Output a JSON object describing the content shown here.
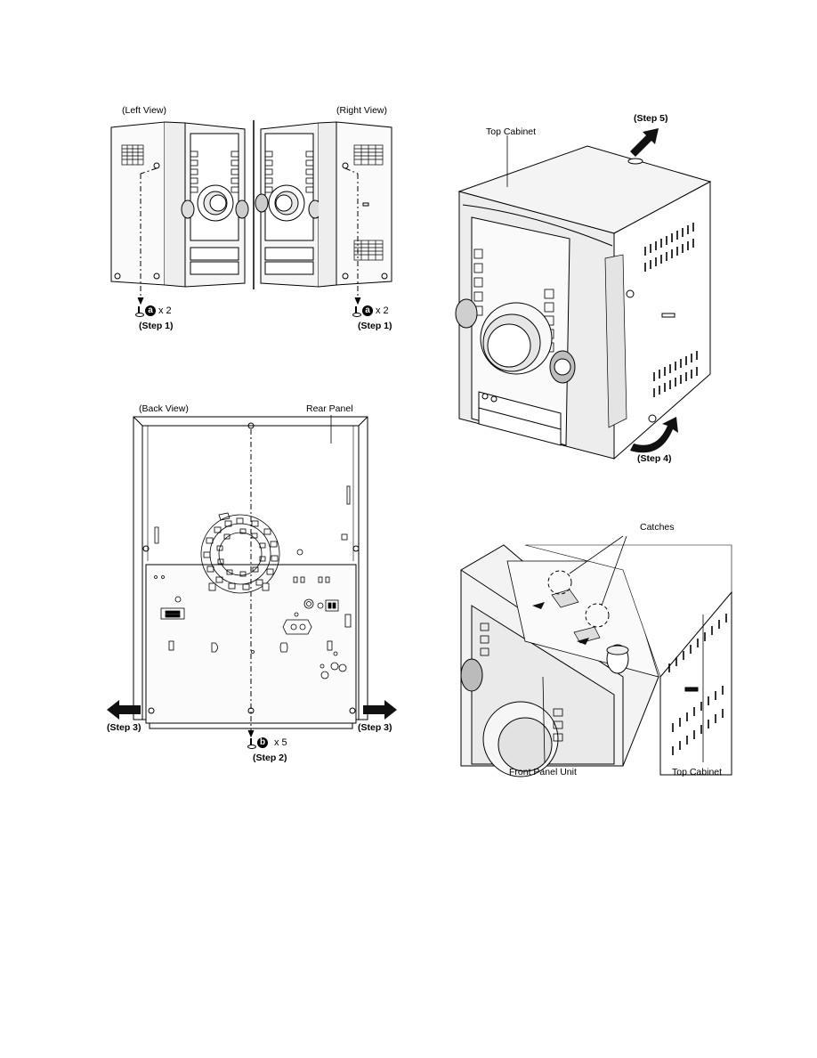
{
  "figure_1": {
    "left_view_label": "(Left View)",
    "right_view_label": "(Right View)",
    "left_screw": {
      "letter": "a",
      "count": "x 2",
      "step": "(Step 1)"
    },
    "right_screw": {
      "letter": "a",
      "count": "x 2",
      "step": "(Step 1)"
    }
  },
  "figure_2": {
    "back_view_label": "(Back View)",
    "rear_panel_label": "Rear Panel",
    "step_left": "(Step 3)",
    "step_right": "(Step 3)",
    "screw": {
      "letter": "b",
      "count": "x 5",
      "step": "(Step 2)"
    }
  },
  "figure_3": {
    "top_cabinet_label": "Top Cabinet",
    "step_top": "(Step 5)",
    "step_bottom": "(Step 4)"
  },
  "figure_4": {
    "catches_label": "Catches",
    "front_panel_label": "Front Panel Unit",
    "top_cabinet_label": "Top Cabinet"
  },
  "colors": {
    "line": "#000000",
    "fill_light": "#f2f2f2",
    "fill_mid": "#d9d9d9",
    "arrow": "#111111"
  }
}
